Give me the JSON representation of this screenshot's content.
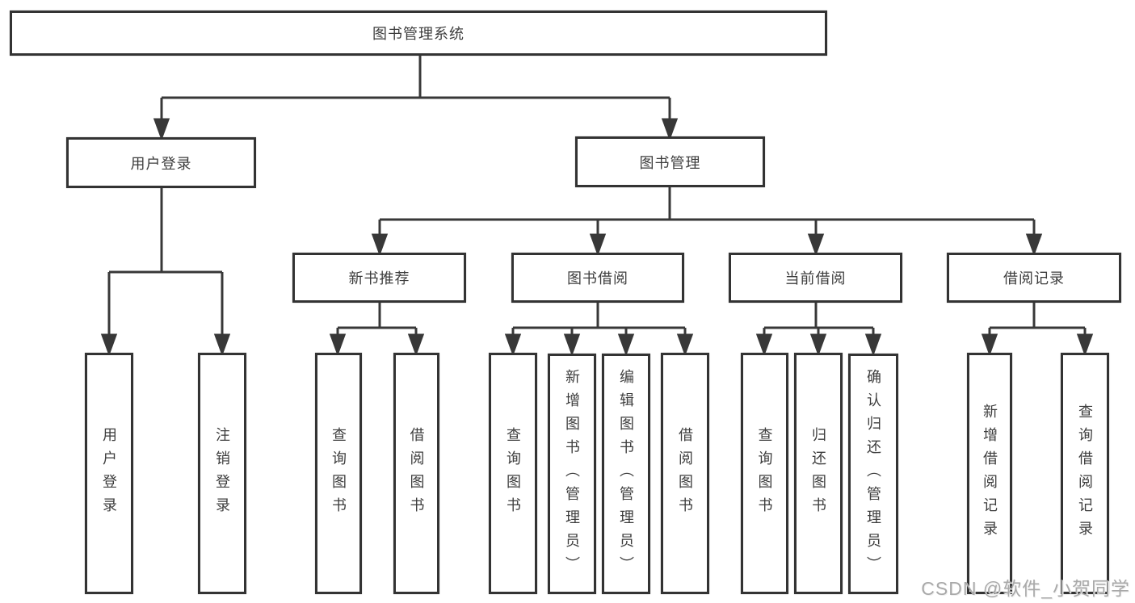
{
  "nodes": {
    "root": "图书管理系统",
    "user_login": "用户登录",
    "book_mgmt": "图书管理",
    "new_book_rec": "新书推荐",
    "book_borrow": "图书借阅",
    "current_borrow": "当前借阅",
    "borrow_record": "借阅记录",
    "leaf_user_login": "用户登录",
    "leaf_logout": "注销登录",
    "leaf_nbr_query_book": "查询图书",
    "leaf_nbr_borrow_book": "借阅图书",
    "leaf_bb_query_book": "查询图书",
    "leaf_bb_add_book": "新增图书（管理员）",
    "leaf_bb_edit_book": "编辑图书（管理员）",
    "leaf_bb_borrow_book": "借阅图书",
    "leaf_cb_query_book": "查询图书",
    "leaf_cb_return_book": "归还图书",
    "leaf_cb_confirm_return": "确认归还（管理员）",
    "leaf_br_add_record": "新增借阅记录",
    "leaf_br_query_record": "查询借阅记录"
  },
  "watermark": "CSDN @软件_小贺同学",
  "colors": {
    "line": "#383838",
    "box_border": "#333333",
    "text": "#3d3d3d",
    "background": "#ffffff",
    "watermark": "#a9a9a9"
  }
}
